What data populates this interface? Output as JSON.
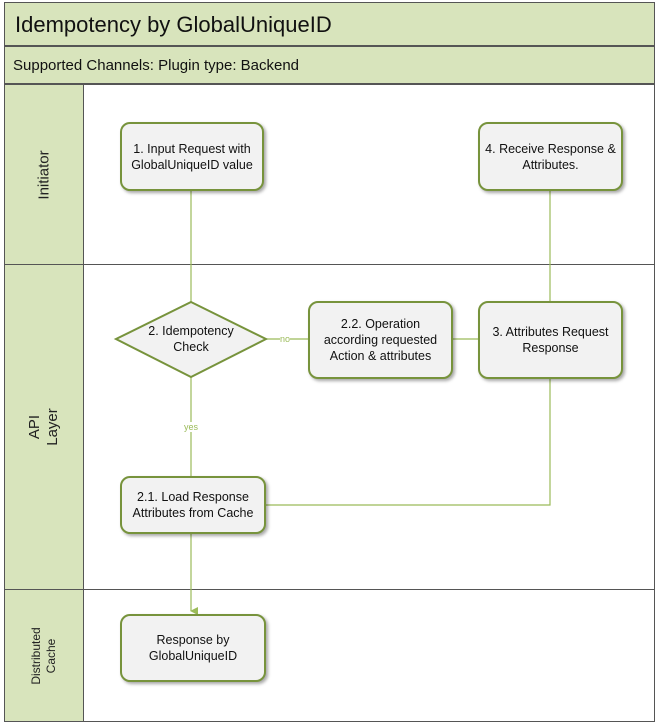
{
  "title": "Idempotency by GlobalUniqueID",
  "subtitle": "Supported Channels: Plugin type: Backend",
  "lanes": {
    "initiator": "Initiator",
    "api": "API\nLayer",
    "cache": "Distributed\nCache"
  },
  "nodes": {
    "input_request": "1. Input Request with GlobalUniqueID value",
    "receive_response": "4. Receive Response & Attributes.",
    "idempotency_check": "2. Idempotency Check",
    "operation": "2.2.  Operation according requested Action & attributes",
    "attributes_response": "3. Attributes Request Response",
    "load_response": "2.1. Load Response Attributes from Cache",
    "response_by_id": "Response by GlobalUniqueID"
  },
  "edge_labels": {
    "no": "no",
    "yes": "yes"
  },
  "colors": {
    "lane_fill": "#d8e4bc",
    "node_border": "#77933c",
    "node_fill": "#f2f2f2",
    "connector": "#9bbb59"
  }
}
